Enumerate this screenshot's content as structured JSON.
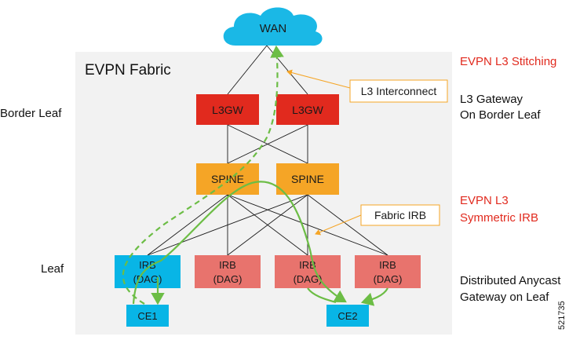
{
  "wan": {
    "label": "WAN"
  },
  "fabric": {
    "title": "EVPN Fabric"
  },
  "row_labels": {
    "border_leaf": "Border Leaf",
    "leaf": "Leaf"
  },
  "nodes": {
    "l3gw": [
      "L3GW",
      "L3GW"
    ],
    "spine": [
      "SPINE",
      "SPINE"
    ],
    "irb_line1": "IRB",
    "irb_line2": "(DAG)",
    "ce": [
      "CE1",
      "CE2"
    ]
  },
  "callouts": {
    "l3_interconnect": "L3 Interconnect",
    "fabric_irb": "Fabric IRB"
  },
  "right_labels": {
    "l3_stitching": "EVPN L3 Stitching",
    "l3_gateway_1": "L3 Gateway",
    "l3_gateway_2": "On Border Leaf",
    "symmetric_irb_1": "EVPN L3",
    "symmetric_irb_2": "Symmetric IRB",
    "anycast_1": "Distributed Anycast",
    "anycast_2": "Gateway on Leaf"
  },
  "figure_id": "521735",
  "colors": {
    "fabric_bg": "#f2f2f2",
    "wan_cyan": "#1ab8e6",
    "l3gw_red": "#e12a1e",
    "spine_orange": "#f5a526",
    "irb_pink": "#e8736d",
    "irb_cyan": "#08b5e6",
    "ce_cyan": "#08b5e6",
    "flow_green": "#6cbd45",
    "callout_orange": "#f5a526",
    "accent_red": "#e12a1e"
  }
}
